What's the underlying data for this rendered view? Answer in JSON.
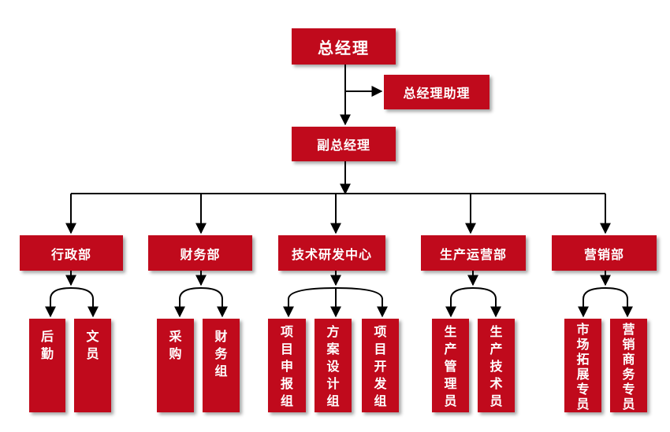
{
  "colors": {
    "box": "#c00a1c",
    "text": "#ffffff",
    "line": "#000000"
  },
  "gm": "总经理",
  "gm_assistant": "总经理助理",
  "deputy_gm": "副总经理",
  "departments": [
    {
      "name": "行政部",
      "subs": [
        "后勤",
        "文员"
      ]
    },
    {
      "name": "财务部",
      "subs": [
        "采购",
        "财务组"
      ]
    },
    {
      "name": "技术研发中心",
      "subs": [
        "项目申报组",
        "方案设计组",
        "项目开发组"
      ]
    },
    {
      "name": "生产运营部",
      "subs": [
        "生产管理员",
        "生产技术员"
      ]
    },
    {
      "name": "营销部",
      "subs": [
        "市场拓展专员",
        "营销商务专员"
      ]
    }
  ]
}
